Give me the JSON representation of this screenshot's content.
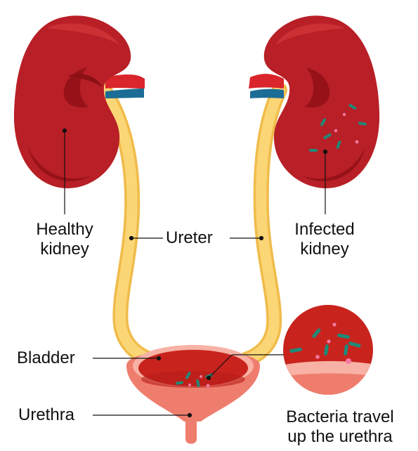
{
  "labels": {
    "healthy": [
      "Healthy",
      "kidney"
    ],
    "ureter": "Ureter",
    "infected": [
      "Infected",
      "kidney"
    ],
    "bladder": "Bladder",
    "urethra": "Urethra",
    "bacteria": [
      "Bacteria travel",
      "up the urethra"
    ]
  },
  "colors": {
    "kidney": "#b81f26",
    "kidney_dark": "#961218",
    "kidney_light": "#cc3035",
    "artery": "#d9252b",
    "vein": "#1c6d95",
    "ureter": "#fbd676",
    "ureter_shade": "#f0bb4a",
    "bladder_outer": "#ef7d6e",
    "bladder_rim": "#f7b2a5",
    "bladder_inner": "#c9231e",
    "bacteria": "#1f8a78",
    "particle": "#f27aa0",
    "leader": "#111111"
  },
  "icons": [
    "healthy-kidney-icon",
    "infected-kidney-icon",
    "bladder-icon",
    "magnifier-icon",
    "bacterium-icon"
  ]
}
